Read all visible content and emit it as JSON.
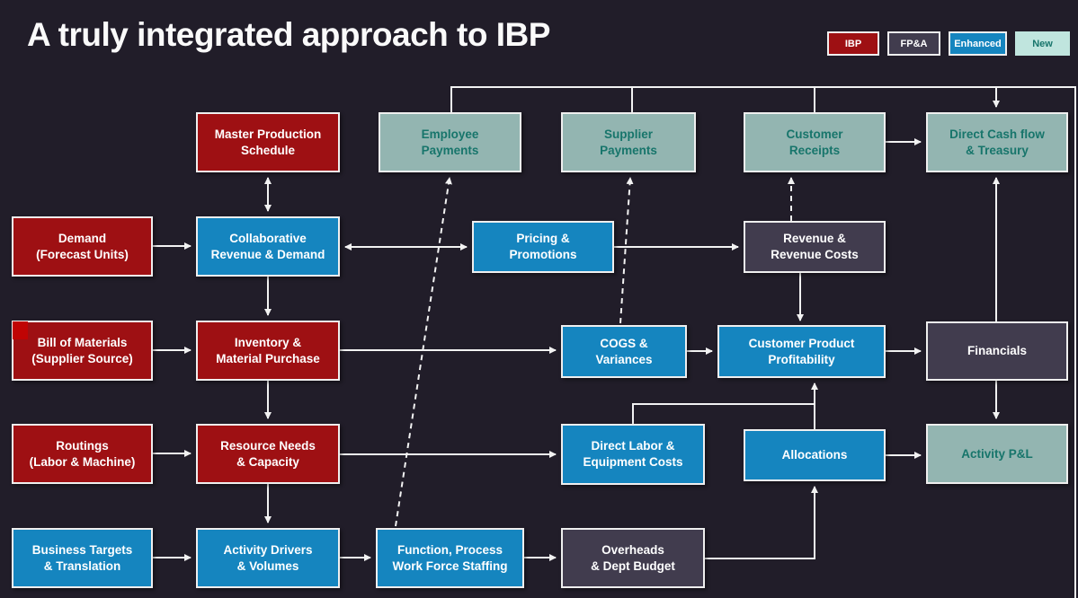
{
  "title": "A truly integrated approach to IBP",
  "legend": {
    "ibp": "IBP",
    "fpa": "FP&A",
    "enhanced": "Enhanced",
    "new": "New"
  },
  "nodes": {
    "mps": {
      "line1": "Master Production",
      "line2": "Schedule"
    },
    "employee": {
      "line1": "Employee",
      "line2": "Payments"
    },
    "supplier": {
      "line1": "Supplier",
      "line2": "Payments"
    },
    "receipts": {
      "line1": "Customer",
      "line2": "Receipts"
    },
    "dcf": {
      "line1": "Direct Cash flow",
      "line2": "& Treasury"
    },
    "demand": {
      "line1": "Demand",
      "line2": "(Forecast Units)"
    },
    "collab": {
      "line1": "Collaborative",
      "line2": "Revenue & Demand"
    },
    "pricing": {
      "line1": "Pricing  &",
      "line2": "Promotions"
    },
    "revenue": {
      "line1": "Revenue &",
      "line2": "Revenue Costs"
    },
    "bom": {
      "line1": "Bill of Materials",
      "line2": "(Supplier Source)"
    },
    "inventory": {
      "line1": "Inventory &",
      "line2": "Material Purchase"
    },
    "cogs": {
      "line1": "COGS &",
      "line2": "Variances"
    },
    "cpp": {
      "line1": "Customer Product",
      "line2": "Profitability"
    },
    "financials": {
      "line1": "Financials"
    },
    "routings": {
      "line1": "Routings",
      "line2": "(Labor & Machine)"
    },
    "resource": {
      "line1": "Resource Needs",
      "line2": "& Capacity"
    },
    "dlabor": {
      "line1": "Direct Labor &",
      "line2": "Equipment Costs"
    },
    "alloc": {
      "line1": "Allocations"
    },
    "apl": {
      "line1": "Activity P&L"
    },
    "targets": {
      "line1": "Business Targets",
      "line2": "& Translation"
    },
    "drivers": {
      "line1": "Activity Drivers",
      "line2": "& Volumes"
    },
    "function": {
      "line1": "Function, Process",
      "line2": "Work Force Staffing"
    },
    "overheads": {
      "line1": "Overheads",
      "line2": "& Dept Budget"
    }
  },
  "colors": {
    "background": "#211D29",
    "ibp": "#9E1013",
    "fpa": "#413C4E",
    "enhanced": "#1585BF",
    "new-fill": "#93B5B1",
    "new-legend": "#C0E5DE",
    "teal-text": "#17756B",
    "line": "#F2F2F2",
    "box-border": "#EFEFEF",
    "title-color": "#FAFAFA",
    "accent-red": "#C00404"
  }
}
